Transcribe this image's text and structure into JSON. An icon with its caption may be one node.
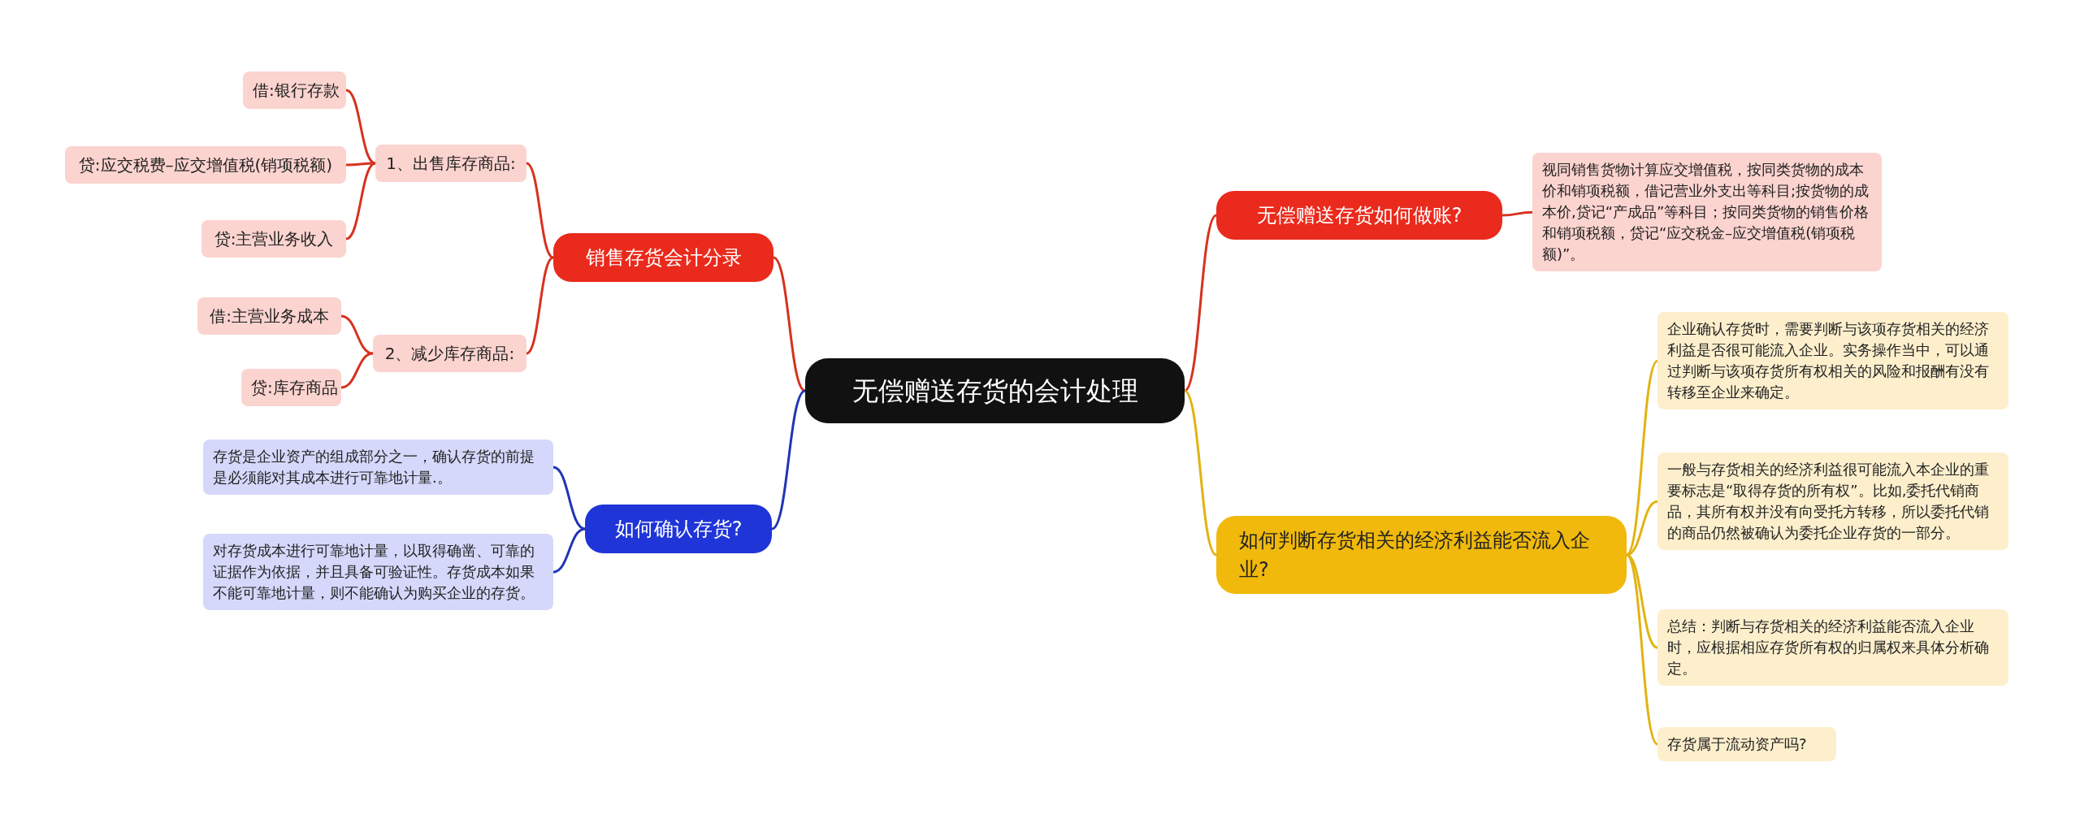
{
  "diagram": {
    "nodes": [
      {
        "text": [
          "无偿赠送存货的会计处理"
        ]
      },
      {
        "text": [
          "销售存货会计分录"
        ]
      },
      {
        "text": [
          "1、出售库存商品:"
        ]
      },
      {
        "text": [
          "借:银行存款"
        ]
      },
      {
        "text": [
          "贷:应交税费–应交增值税(销项税额)"
        ]
      },
      {
        "text": [
          "贷:主营业务收入"
        ]
      },
      {
        "text": [
          "2、减少库存商品:"
        ]
      },
      {
        "text": [
          "借:主营业务成本"
        ]
      },
      {
        "text": [
          "贷:库存商品"
        ]
      },
      {
        "text": [
          "如何确认存货?"
        ]
      },
      {
        "text": [
          "存货是企业资产的组成部分之一，确认存货的前提是必须能对其成本进行可靠地计量.。"
        ]
      },
      {
        "text": [
          "对存货成本进行可靠地计量，以取得确凿、可靠的证据作为依据，并且具备可验证性。存货成本如果不能可靠地计量，则不能确认为购买企业的存货。"
        ]
      },
      {
        "text": [
          "无偿赠送存货如何做账?"
        ]
      },
      {
        "text": [
          "视同销售货物计算应交增值税，按同类货物的成本价和销项税额，借记营业外支出等科目;按货物的成本价,贷记“产成品”等科目；按同类货物的销售价格和销项税额，贷记“应交税金–应交增值税(销项税额)”。"
        ]
      },
      {
        "text": [
          "如何判断存货相关的经济利益能否流入企业?"
        ]
      },
      {
        "text": [
          "企业确认存货时，需要判断与该项存货相关的经济利益是否很可能流入企业。实务操作当中，可以通过判断与该项存货所有权相关的风险和报酬有没有转移至企业来确定。"
        ]
      },
      {
        "text": [
          "一般与存货相关的经济利益很可能流入本企业的重要标志是“取得存货的所有权”。比如,委托代销商品，其所有权并没有向受托方转移，所以委托代销的商品仍然被确认为委托企业存货的一部分。"
        ]
      },
      {
        "text": [
          "总结：判断与存货相关的经济利益能否流入企业时，应根据相应存货所有权的归属权来具体分析确定。"
        ]
      },
      {
        "text": [
          "存货属于流动资产吗?"
        ]
      }
    ],
    "edges": [
      {
        "from": 0,
        "to": 1,
        "arrow": "none"
      },
      {
        "from": 1,
        "to": 2,
        "arrow": "none"
      },
      {
        "from": 2,
        "to": 3,
        "arrow": "none"
      },
      {
        "from": 2,
        "to": 4,
        "arrow": "none"
      },
      {
        "from": 2,
        "to": 5,
        "arrow": "none"
      },
      {
        "from": 1,
        "to": 6,
        "arrow": "none"
      },
      {
        "from": 6,
        "to": 7,
        "arrow": "none"
      },
      {
        "from": 6,
        "to": 8,
        "arrow": "none"
      },
      {
        "from": 0,
        "to": 9,
        "arrow": "none",
        "color": "#1f35b5"
      },
      {
        "from": 9,
        "to": 10,
        "arrow": "none",
        "color": "#1f35b5"
      },
      {
        "from": 9,
        "to": 11,
        "arrow": "none",
        "color": "#1f35b5"
      },
      {
        "from": 0,
        "to": 12,
        "arrow": "none"
      },
      {
        "from": 12,
        "to": 13,
        "arrow": "none"
      },
      {
        "from": 0,
        "to": 14,
        "arrow": "none",
        "color": "#e2b311"
      },
      {
        "from": 14,
        "to": 15,
        "arrow": "none",
        "color": "#e2b311"
      },
      {
        "from": 14,
        "to": 16,
        "arrow": "none",
        "color": "#e2b311"
      },
      {
        "from": 14,
        "to": 17,
        "arrow": "none",
        "color": "#e2b311"
      },
      {
        "from": 14,
        "to": 18,
        "arrow": "none",
        "color": "#e2b311"
      }
    ]
  }
}
